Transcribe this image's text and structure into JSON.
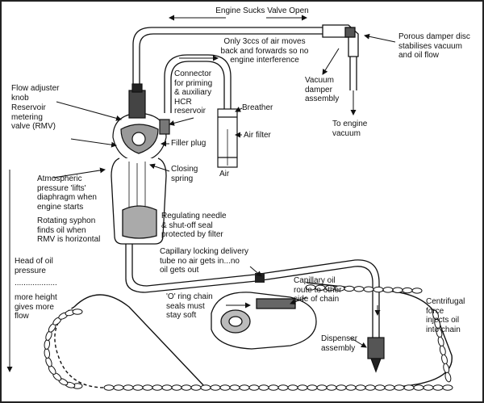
{
  "labels": {
    "engine_sucks": "Engine Sucks Valve Open",
    "porous_disc": "Porous damper disc\nstabilises vacuum\nand oil flow",
    "only_3ccs": "Only 3ccs of air moves\nback and forwards so no\nengine interference",
    "connector": "Connector\nfor priming\n& auxiliary\nHCR\nreservoir",
    "vacuum_damper": "Vacuum\ndamper\nassembly",
    "to_engine": "To engine\nvacuum",
    "flow_adjuster": "Flow adjuster\nknob",
    "rmv": "Reservoir\nmetering\nvalve (RMV)",
    "breather": "Breather",
    "filler_plug": "Filler plug",
    "air_filter": "Air filter",
    "closing_spring": "Closing\nspring",
    "air": "Air",
    "atmospheric": "Atmospheric\npressure 'lifts'\ndiaphragm when\nengine starts",
    "rotating_syphon": "Rotating syphon\nfinds oil when\nRMV is horizontal",
    "regulating_needle": "Regulating needle\n& shut-off seal\nprotected by filter",
    "capillary_locking": "Capillary locking delivery\ntube no air gets in...no\noil gets out",
    "head_of_oil": "Head of oil\npressure",
    "dots": "...................",
    "more_height": "more height\ngives more\nflow",
    "o_ring": "'O' ring chain\nseals must\nstay soft",
    "capillary_route": "Capillary oil\nroute to other\nside of chain",
    "centrifugal": "Centrifugal\nforce\ninjects oil\ninto chain",
    "dispenser": "Dispenser\nassembly"
  }
}
